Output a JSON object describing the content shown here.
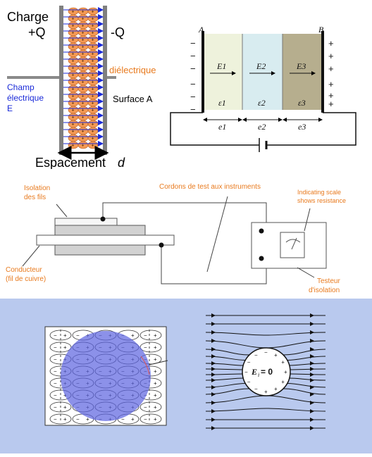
{
  "capacitor": {
    "charge_label": "Charge",
    "plus_q": "+Q",
    "minus_q": "-Q",
    "dielectric_label": "diélectrique",
    "field_label_1": "Champ",
    "field_label_2": "électrique",
    "field_label_3": "E",
    "surface_label": "Surface A",
    "spacing_label": "Espacement",
    "spacing_var": "d"
  },
  "layered": {
    "plate_a": "A",
    "plate_b": "B",
    "fields": [
      "E1",
      "E2",
      "E3"
    ],
    "permittivities": [
      "ε1",
      "ε2",
      "ε3"
    ],
    "thicknesses": [
      "e1",
      "e2",
      "e3"
    ],
    "left_signs": [
      "−",
      "−",
      "−",
      "−",
      "−",
      "−"
    ],
    "right_signs": [
      "+",
      "+",
      "+",
      "+",
      "+",
      "+",
      "+"
    ],
    "colors": {
      "layer1": "#eef2dc",
      "layer2": "#d8ecf0",
      "layer3": "#b6ae8e"
    }
  },
  "insulation": {
    "wire_insulation": "Isolation des fils",
    "test_leads": "Cordons de test aux instruments",
    "scale_text_1": "Indicating scale",
    "scale_text_2": "shows resistance",
    "conductor_1": "Conducteur",
    "conductor_2": "(fil de cuivre)",
    "tester_1": "Testeur",
    "tester_2": "d'isolation",
    "label_color": "#e87a1e"
  },
  "sphere": {
    "field_inside": "E",
    "field_sub": "i",
    "field_eq": " = 0",
    "background_color": "#b9c9ee",
    "sphere_color": "#5b62e0"
  }
}
